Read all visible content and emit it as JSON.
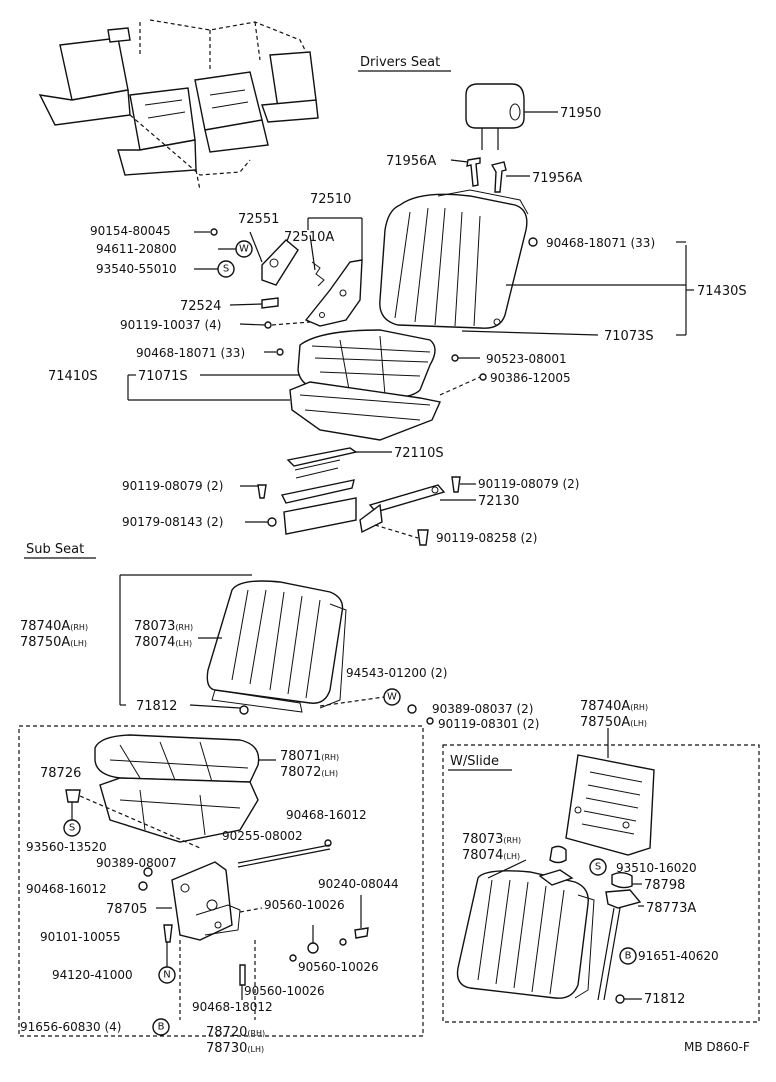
{
  "sections": {
    "drivers_seat": "Drivers Seat",
    "sub_seat": "Sub Seat",
    "w_slide": "W/Slide"
  },
  "symbols": {
    "w": "W",
    "s": "S",
    "n": "N",
    "b": "B"
  },
  "diagram_code": "MB D860-F",
  "labels": {
    "p71950": "71950",
    "p71956A_l": "71956A",
    "p71956A_r": "71956A",
    "p72510": "72510",
    "p72551": "72551",
    "p72510A": "72510A",
    "p90154": "90154-80045",
    "p94611": "94611-20800",
    "p93540": "93540-55010",
    "p90468_33a": "90468-18071 (33)",
    "p71430S": "71430S",
    "p72524": "72524",
    "p90119_10037": "90119-10037 (4)",
    "p71073S": "71073S",
    "p90468_33b": "90468-18071 (33)",
    "p90523": "90523-08001",
    "p71410S": "71410S",
    "p71071S": "71071S",
    "p90386": "90386-12005",
    "p72110S": "72110S",
    "p90119_08079_l": "90119-08079 (2)",
    "p90119_08079_r": "90119-08079 (2)",
    "p72130": "72130",
    "p90179": "90179-08143 (2)",
    "p90119_08258": "90119-08258 (2)",
    "p78740A_rh_1": "78740A",
    "p78750A_lh_1": "78750A",
    "p78073_rh_1": "78073",
    "p78074_lh_1": "78074",
    "p94543": "94543-01200 (2)",
    "p71812_a": "71812",
    "p90389_08037": "90389-08037 (2)",
    "p90119_08301": "90119-08301 (2)",
    "p78740A_rh_2": "78740A",
    "p78750A_lh_2": "78750A",
    "p78071_rh": "78071",
    "p78072_lh": "78072",
    "p78726": "78726",
    "p93560": "93560-13520",
    "p90468_16012_a": "90468-16012",
    "p90255": "90255-08002",
    "p90389_08007": "90389-08007",
    "p90468_16012_b": "90468-16012",
    "p78705": "78705",
    "p90240": "90240-08044",
    "p90560_a": "90560-10026",
    "p90101": "90101-10055",
    "p90560_b": "90560-10026",
    "p94120": "94120-41000",
    "p90560_c": "90560-10026",
    "p90468_18012": "90468-18012",
    "p91656": "91656-60830 (4)",
    "p78720_rh": "78720",
    "p78730_lh": "78730",
    "p78073_rh_2": "78073",
    "p78074_lh_2": "78074",
    "p93510": "93510-16020",
    "p78798": "78798",
    "p78773A": "78773A",
    "p91651": "91651-40620",
    "p71812_b": "71812"
  },
  "suffix": {
    "rh": "(RH)",
    "lh": "(LH)"
  }
}
